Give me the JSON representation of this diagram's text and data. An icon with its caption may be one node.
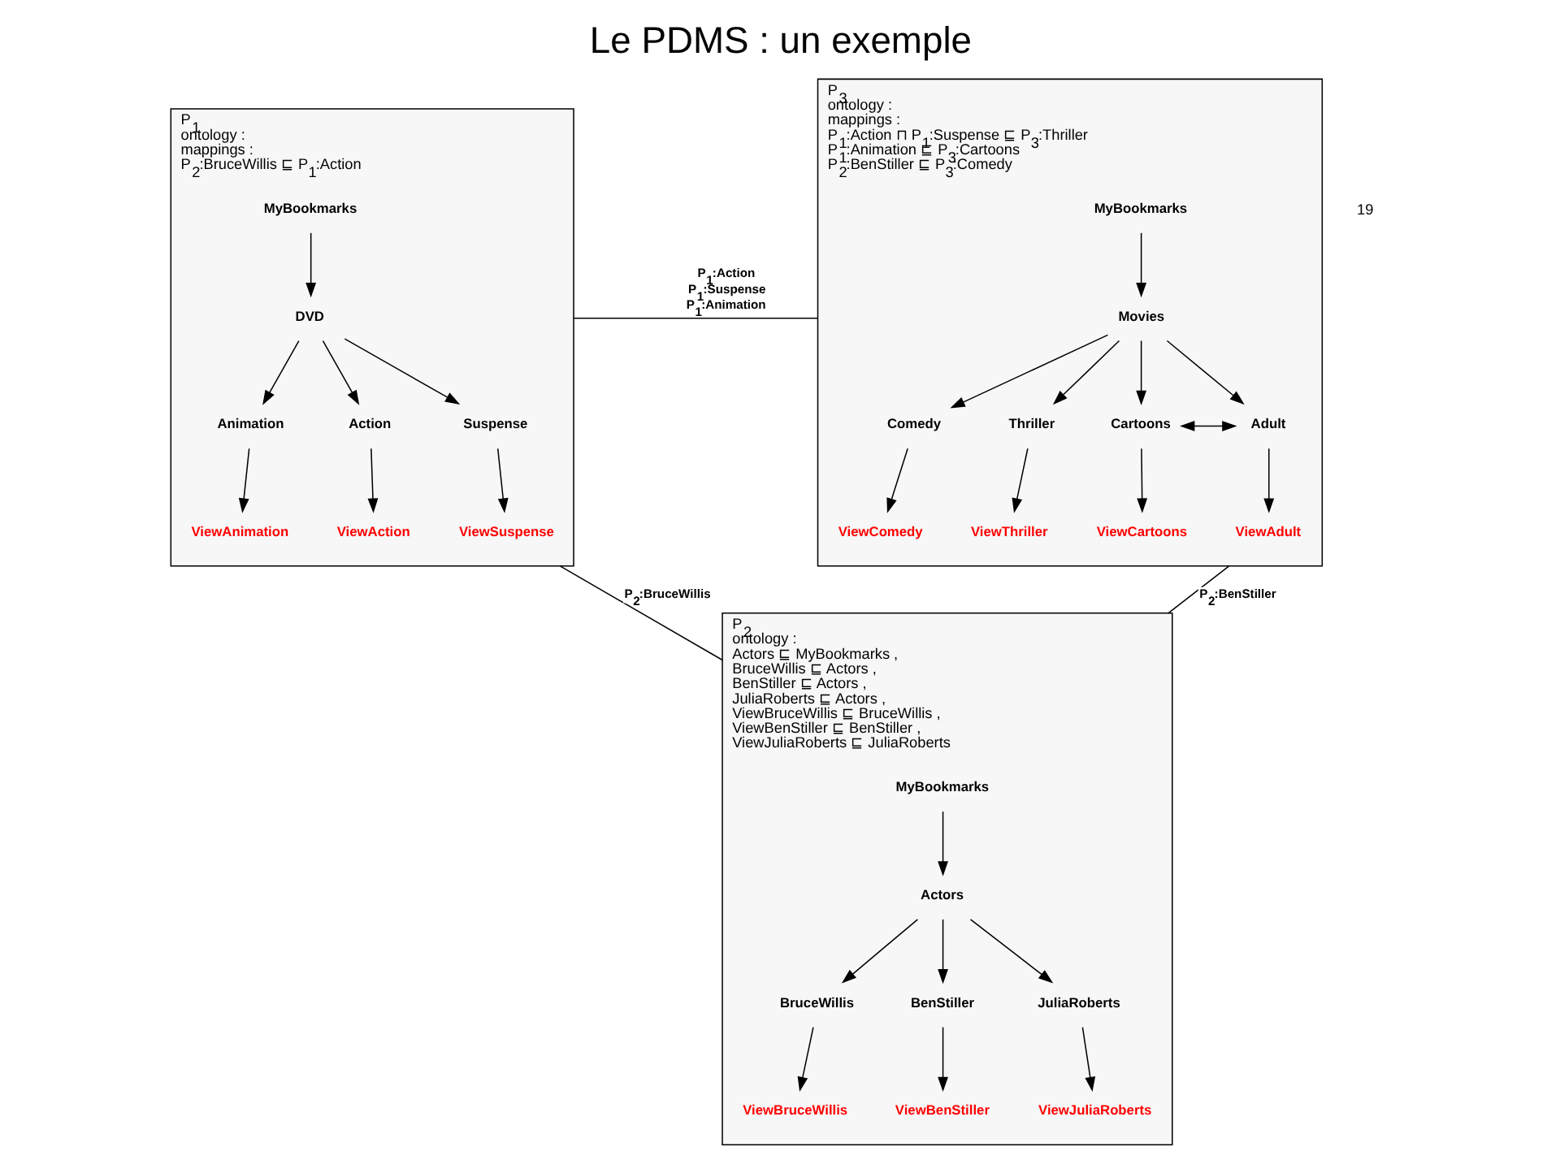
{
  "diagram": {
    "title": "Le PDMS : un exemple",
    "nodes": [
      {
        "text": [
          "P$_{1}$",
          "ontology :",
          "mappings :",
          "P$_{2}$:BruceWillis ⊑ P$_{1}$:Action"
        ]
      },
      {
        "text": [
          "MyBookmarks"
        ],
        "in": 0
      },
      {
        "text": [
          "DVD"
        ],
        "in": 0
      },
      {
        "text": [
          "Animation"
        ],
        "in": 0
      },
      {
        "text": [
          "Action"
        ],
        "in": 0
      },
      {
        "text": [
          "Suspense"
        ],
        "in": 0
      },
      {
        "text": [
          "ViewAnimation"
        ],
        "in": 0
      },
      {
        "text": [
          "ViewAction"
        ],
        "in": 0
      },
      {
        "text": [
          "ViewSuspense"
        ],
        "in": 0
      },
      {
        "text": [
          "P$_{3}$",
          "ontology :",
          "mappings :",
          "P$_{1}$:Action ⊓ P$_{1}$:Suspense ⊑ P$_{3}$:Thriller",
          "P$_{1}$:Animation ⊑ P$_{3}$:Cartoons",
          "P$_{2}$:BenStiller ⊑ P$_{3}$:Comedy"
        ]
      },
      {
        "text": [
          "MyBookmarks"
        ],
        "in": 9
      },
      {
        "text": [
          "Movies"
        ],
        "in": 9
      },
      {
        "text": [
          "Comedy"
        ],
        "in": 9
      },
      {
        "text": [
          "Thriller"
        ],
        "in": 9
      },
      {
        "text": [
          "Cartoons"
        ],
        "in": 9
      },
      {
        "text": [
          "Adult"
        ],
        "in": 9
      },
      {
        "text": [
          "ViewComedy"
        ],
        "in": 9
      },
      {
        "text": [
          "ViewThriller"
        ],
        "in": 9
      },
      {
        "text": [
          "ViewCartoons"
        ],
        "in": 9
      },
      {
        "text": [
          "ViewAdult"
        ],
        "in": 9
      },
      {
        "text": [
          "P$_{2}$",
          "ontology :",
          "Actors ⊑ MyBookmarks ,",
          "BruceWillis ⊑ Actors ,",
          "BenStiller ⊑ Actors ,",
          "JuliaRoberts ⊑ Actors ,",
          "ViewBruceWillis ⊑ BruceWillis ,",
          "ViewBenStiller ⊑ BenStiller ,",
          "ViewJuliaRoberts ⊑ JuliaRoberts"
        ]
      },
      {
        "text": [
          "MyBookmarks"
        ],
        "in": 20
      },
      {
        "text": [
          "Actors"
        ],
        "in": 20
      },
      {
        "text": [
          "BruceWillis"
        ],
        "in": 20
      },
      {
        "text": [
          "BenStiller"
        ],
        "in": 20
      },
      {
        "text": [
          "JuliaRoberts"
        ],
        "in": 20
      },
      {
        "text": [
          "ViewBruceWillis"
        ],
        "in": 20
      },
      {
        "text": [
          "ViewBenStiller"
        ],
        "in": 20
      },
      {
        "text": [
          "ViewJuliaRoberts"
        ],
        "in": 20
      }
    ],
    "edges": [
      {
        "from": 1,
        "to": 2,
        "arrow": "to"
      },
      {
        "from": 2,
        "to": 3,
        "arrow": "to"
      },
      {
        "from": 2,
        "to": 4,
        "arrow": "to"
      },
      {
        "from": 2,
        "to": 5,
        "arrow": "to"
      },
      {
        "from": 3,
        "to": 6,
        "arrow": "to"
      },
      {
        "from": 4,
        "to": 7,
        "arrow": "to"
      },
      {
        "from": 5,
        "to": 8,
        "arrow": "to"
      },
      {
        "from": 10,
        "to": 11,
        "arrow": "to"
      },
      {
        "from": 11,
        "to": 12,
        "arrow": "to"
      },
      {
        "from": 11,
        "to": 13,
        "arrow": "to"
      },
      {
        "from": 11,
        "to": 14,
        "arrow": "to"
      },
      {
        "from": 11,
        "to": 15,
        "arrow": "to"
      },
      {
        "from": 14,
        "to": 15,
        "arrow": "both"
      },
      {
        "from": 12,
        "to": 16,
        "arrow": "to"
      },
      {
        "from": 13,
        "to": 17,
        "arrow": "to"
      },
      {
        "from": 14,
        "to": 18,
        "arrow": "to"
      },
      {
        "from": 15,
        "to": 19,
        "arrow": "to"
      },
      {
        "from": 21,
        "to": 22,
        "arrow": "to"
      },
      {
        "from": 22,
        "to": 23,
        "arrow": "to"
      },
      {
        "from": 22,
        "to": 24,
        "arrow": "to"
      },
      {
        "from": 22,
        "to": 25,
        "arrow": "to"
      },
      {
        "from": 23,
        "to": 26,
        "arrow": "to"
      },
      {
        "from": 24,
        "to": 27,
        "arrow": "to"
      },
      {
        "from": 25,
        "to": 28,
        "arrow": "to"
      },
      {
        "from": 0,
        "to": 9,
        "arrow": "none",
        "label": "P$_{1}$:Action P$_{1}$:Suspense P$_{1}$:Animation"
      },
      {
        "from": 0,
        "to": 20,
        "arrow": "none",
        "label": "P$_{2}$:BruceWillis"
      },
      {
        "from": 9,
        "to": 20,
        "arrow": "none",
        "label": "P$_{2}$:BenStiller"
      }
    ],
    "labels": [
      "19"
    ]
  }
}
